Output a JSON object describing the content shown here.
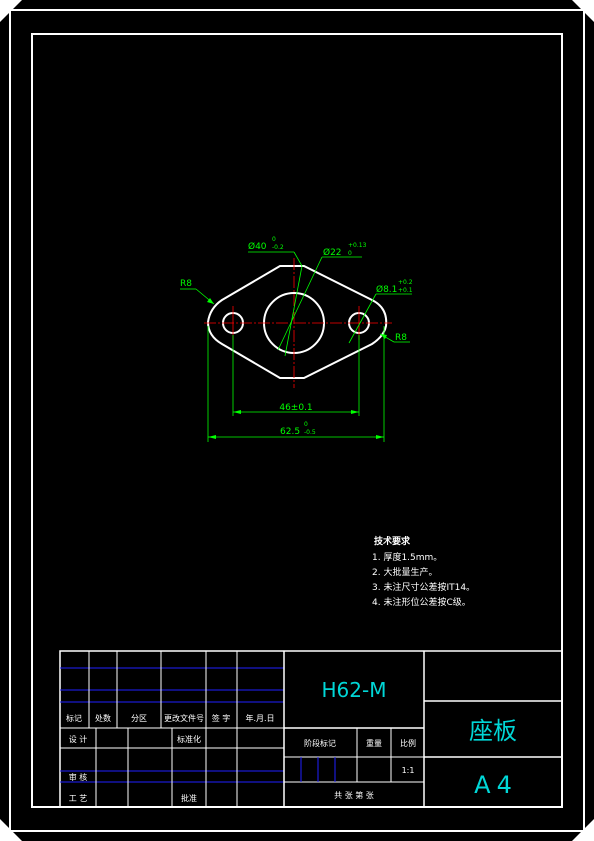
{
  "drawing": {
    "dimensions": {
      "hole_large": {
        "base": "Ø22",
        "upper": "+0.13",
        "lower": "0"
      },
      "outer_dia": {
        "base": "Ø40",
        "upper": "0",
        "lower": "-0.2"
      },
      "hole_small": {
        "base": "Ø8.1",
        "upper": "+0.2",
        "lower": "+0.1"
      },
      "radius_left": "R8",
      "radius_right": "R8",
      "center_distance": "46±0.1",
      "overall_length": {
        "base": "62.5",
        "upper": "0",
        "lower": "-0.5"
      }
    }
  },
  "technical_requirements": {
    "title": "技术要求",
    "items": [
      "1. 厚度1.5mm。",
      "2. 大批量生产。",
      "3. 未注尺寸公差按IT14。",
      "4. 未注形位公差按C级。"
    ]
  },
  "title_block": {
    "material": "H62-M",
    "part_name": "座板",
    "sheet_size": "A4",
    "scale": "1:1",
    "labels": {
      "mark": "标记",
      "count": "处数",
      "zone": "分区",
      "change_doc": "更改文件号",
      "signature": "签 字",
      "date": "年.月.日",
      "design": "设 计",
      "standardization": "标准化",
      "stage_mark": "阶段标记",
      "weight": "重量",
      "ratio": "比例",
      "review": "审 核",
      "process": "工 艺",
      "approve": "批准",
      "sheets": "共    张  第    张"
    }
  },
  "colors": {
    "border": "#ffffff",
    "contour": "#ffffff",
    "centerline": "#ff0000",
    "dimension": "#00ff00",
    "title_text": "#00d7d7",
    "grid_line": "#2020ff"
  }
}
